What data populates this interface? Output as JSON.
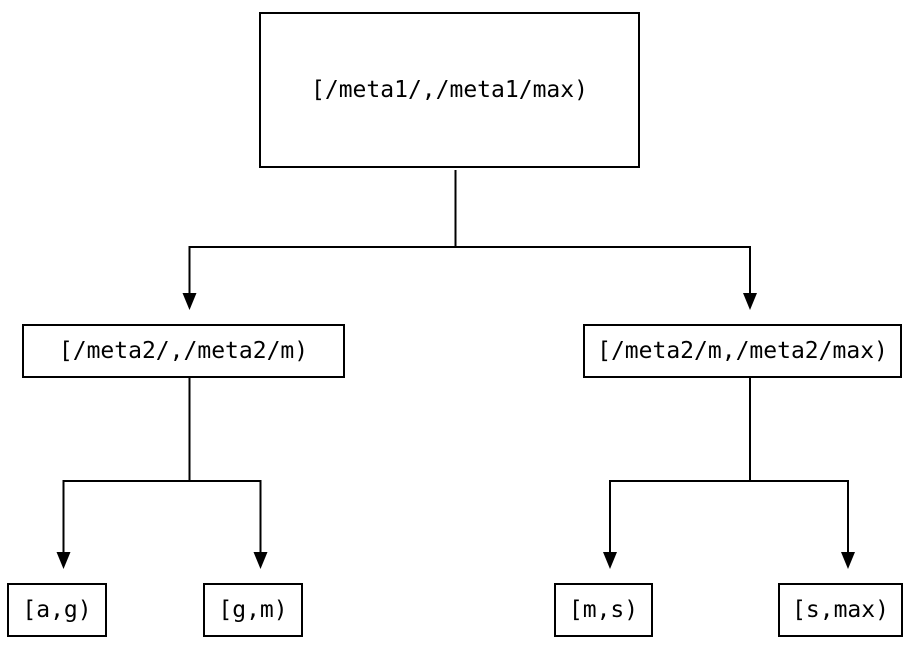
{
  "diagram": {
    "type": "tree",
    "background_color": "#ffffff",
    "line_color": "#000000",
    "text_color": "#000000",
    "nodes": {
      "root": {
        "label": "[/meta1/,/meta1/max)"
      },
      "meta2_low": {
        "label": "[/meta2/,/meta2/m)"
      },
      "meta2_high": {
        "label": "[/meta2/m,/meta2/max)"
      },
      "leaf_a_g": {
        "label": "[a,g)"
      },
      "leaf_g_m": {
        "label": "[g,m)"
      },
      "leaf_m_s": {
        "label": "[m,s)"
      },
      "leaf_s_max": {
        "label": "[s,max)"
      }
    },
    "edges": [
      {
        "from": "root",
        "to": "meta2_low"
      },
      {
        "from": "root",
        "to": "meta2_high"
      },
      {
        "from": "meta2_low",
        "to": "leaf_a_g"
      },
      {
        "from": "meta2_low",
        "to": "leaf_g_m"
      },
      {
        "from": "meta2_high",
        "to": "leaf_m_s"
      },
      {
        "from": "meta2_high",
        "to": "leaf_s_max"
      }
    ]
  }
}
